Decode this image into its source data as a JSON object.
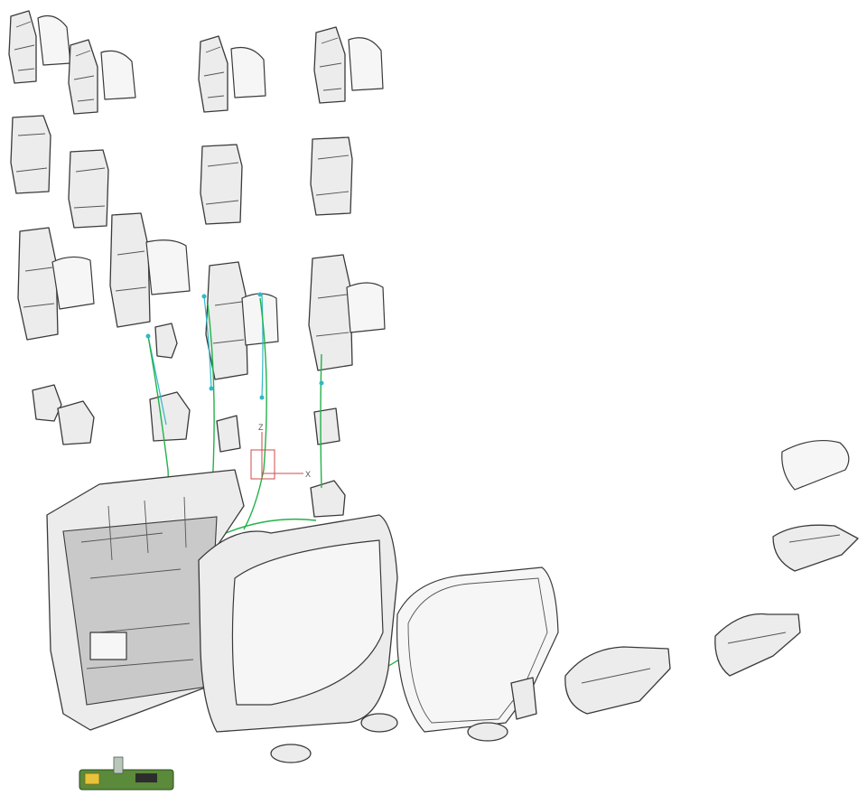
{
  "scene": {
    "type": "exploded CAD assembly view",
    "axes": {
      "x_label": "X",
      "z_label": "Z"
    },
    "colors": {
      "part": "#ececec",
      "outline": "#3a3a3a",
      "wire_green": "#22b24a",
      "wire_cyan": "#2fb8c9",
      "axis": "#d24a4a",
      "pcb_green": "#5a8a3a",
      "pcb_yellow": "#e8c23a"
    }
  }
}
